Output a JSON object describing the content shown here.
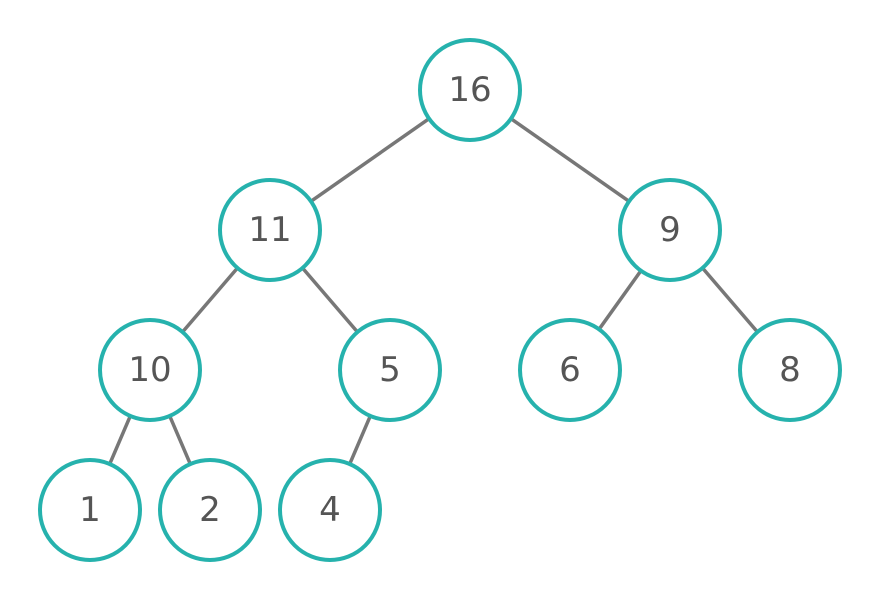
{
  "colors": {
    "node_stroke": "#26b2ad",
    "node_fill": "#ffffff",
    "edge": "#777777",
    "label": "#555555"
  },
  "tree": {
    "nodes": [
      {
        "id": "n16",
        "label": "16"
      },
      {
        "id": "n11",
        "label": "11"
      },
      {
        "id": "n9",
        "label": "9"
      },
      {
        "id": "n10",
        "label": "10"
      },
      {
        "id": "n5",
        "label": "5"
      },
      {
        "id": "n6",
        "label": "6"
      },
      {
        "id": "n8",
        "label": "8"
      },
      {
        "id": "n1",
        "label": "1"
      },
      {
        "id": "n2",
        "label": "2"
      },
      {
        "id": "n4",
        "label": "4"
      }
    ],
    "edges": [
      {
        "from": "n16",
        "to": "n11"
      },
      {
        "from": "n16",
        "to": "n9"
      },
      {
        "from": "n11",
        "to": "n10"
      },
      {
        "from": "n11",
        "to": "n5"
      },
      {
        "from": "n9",
        "to": "n6"
      },
      {
        "from": "n9",
        "to": "n8"
      },
      {
        "from": "n10",
        "to": "n1"
      },
      {
        "from": "n10",
        "to": "n2"
      },
      {
        "from": "n5",
        "to": "n4"
      }
    ]
  }
}
